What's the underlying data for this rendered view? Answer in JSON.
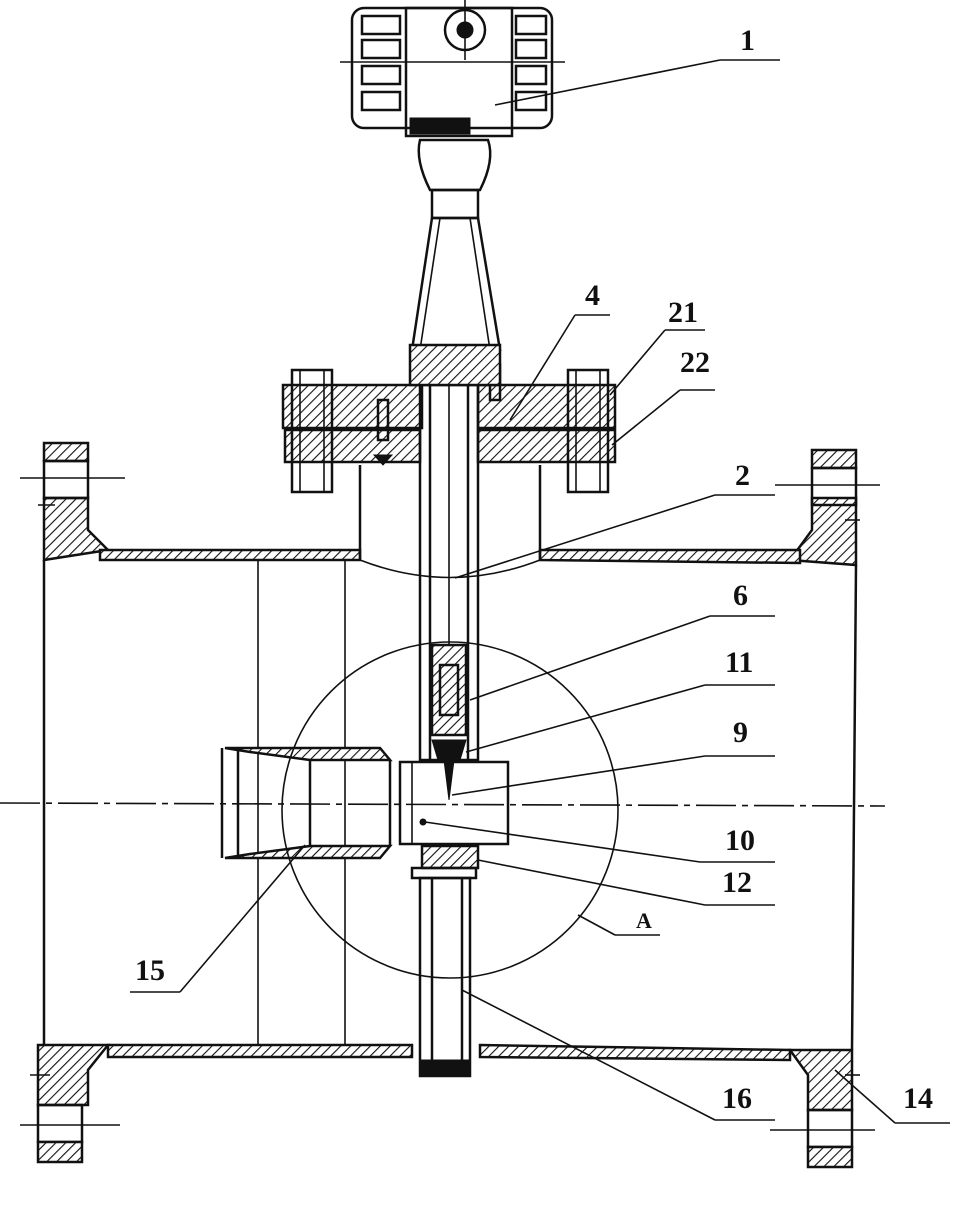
{
  "labels": {
    "l1": "1",
    "l2": "2",
    "l4": "4",
    "l6": "6",
    "l9": "9",
    "l10": "10",
    "l11": "11",
    "l12": "12",
    "l14": "14",
    "l15": "15",
    "l16": "16",
    "l21": "21",
    "l22": "22",
    "lA": "A"
  }
}
